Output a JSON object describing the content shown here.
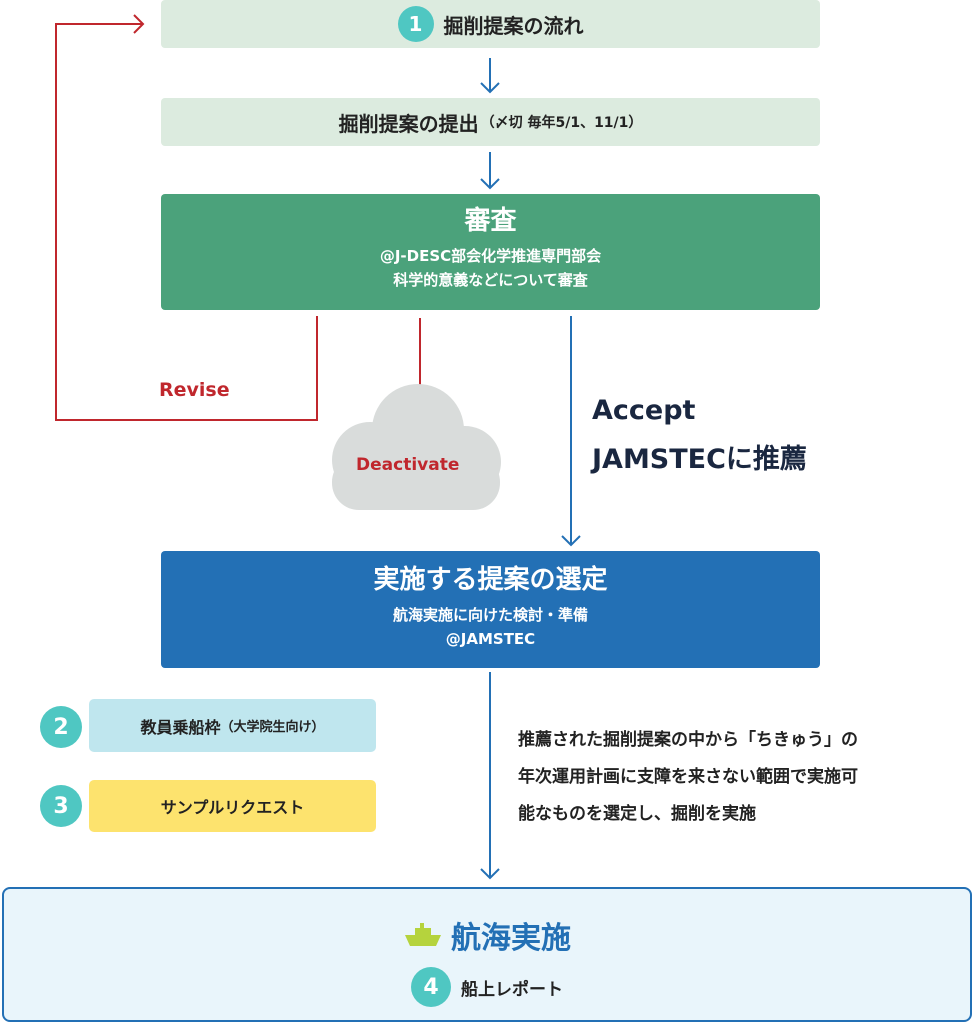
{
  "steps": {
    "flow_header": {
      "number": "1",
      "title": "掘削提案の流れ"
    },
    "submission": {
      "title": "掘削提案の提出",
      "note": "（〆切 毎年5/1、11/1）"
    },
    "review": {
      "title": "審査",
      "line1": "@J-DESC部会化学推進専門部会",
      "line2": "科学的意義などについて審査"
    },
    "selection": {
      "title": "実施する提案の選定",
      "line1": "航海実施に向けた検討・準備",
      "line2": "@JAMSTEC"
    },
    "cruise": {
      "title": "航海実施",
      "number": "4",
      "report_label": "船上レポート"
    }
  },
  "branches": {
    "revise": "Revise",
    "deactivate": "Deactivate",
    "accept_line1": "Accept",
    "accept_line2": "JAMSTECに推薦"
  },
  "side_items": [
    {
      "number": "2",
      "label": "教員乗船枠",
      "note": "（大学院生向け）",
      "color": "#bfe6ee"
    },
    {
      "number": "3",
      "label": "サンプルリクエスト",
      "note": "",
      "color": "#fde36e"
    }
  ],
  "description": {
    "line1": "推薦された掘削提案の中から「ちきゅう」の",
    "line2": "年次運用計画に支障を来さない範囲で実施可",
    "line3": "能なものを選定し、掘削を実施"
  },
  "colors": {
    "light_green": "#dcebdf",
    "green": "#4ba27b",
    "blue": "#2370b5",
    "teal": "#4fc7c2",
    "red": "#c0272d",
    "cloud_gray": "#d9dcdb",
    "cruise_bg": "#e9f5fb",
    "cruise_border": "#2370b5"
  },
  "icons": {
    "ship": "ship-icon"
  }
}
